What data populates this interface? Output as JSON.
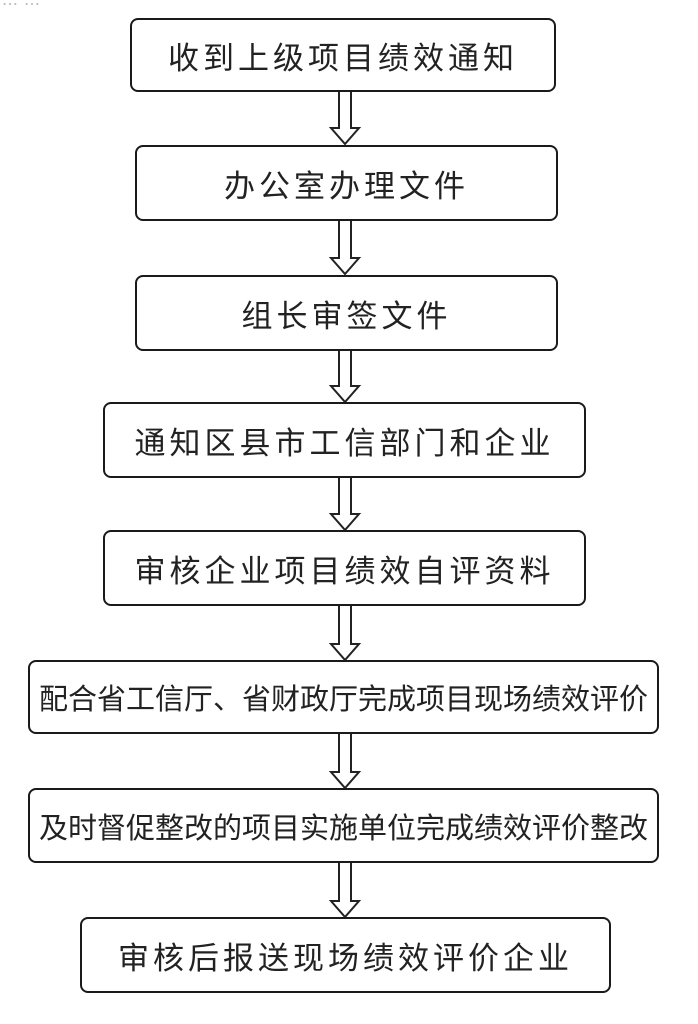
{
  "header_fragment": "……",
  "steps": [
    {
      "label": "收到上级项目绩效通知"
    },
    {
      "label": "办公室办理文件"
    },
    {
      "label": "组长审签文件"
    },
    {
      "label": "通知区县市工信部门和企业"
    },
    {
      "label": "审核企业项目绩效自评资料"
    },
    {
      "label": "配合省工信厅、省财政厅完成项目现场绩效评价"
    },
    {
      "label": "及时督促整改的项目实施单位完成绩效评价整改"
    },
    {
      "label": "审核后报送现场绩效评价企业"
    }
  ],
  "connector_icon": "hollow-down-arrow"
}
